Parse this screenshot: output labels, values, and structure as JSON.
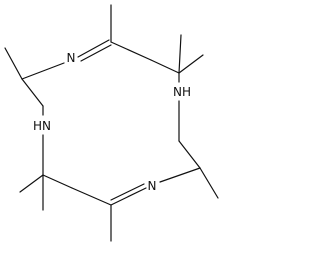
{
  "molecule": {
    "atoms": {
      "n1": {
        "label": "N"
      },
      "n2": {
        "label": "NH"
      },
      "n3": {
        "label": "HN"
      },
      "n4": {
        "label": "N"
      }
    }
  }
}
